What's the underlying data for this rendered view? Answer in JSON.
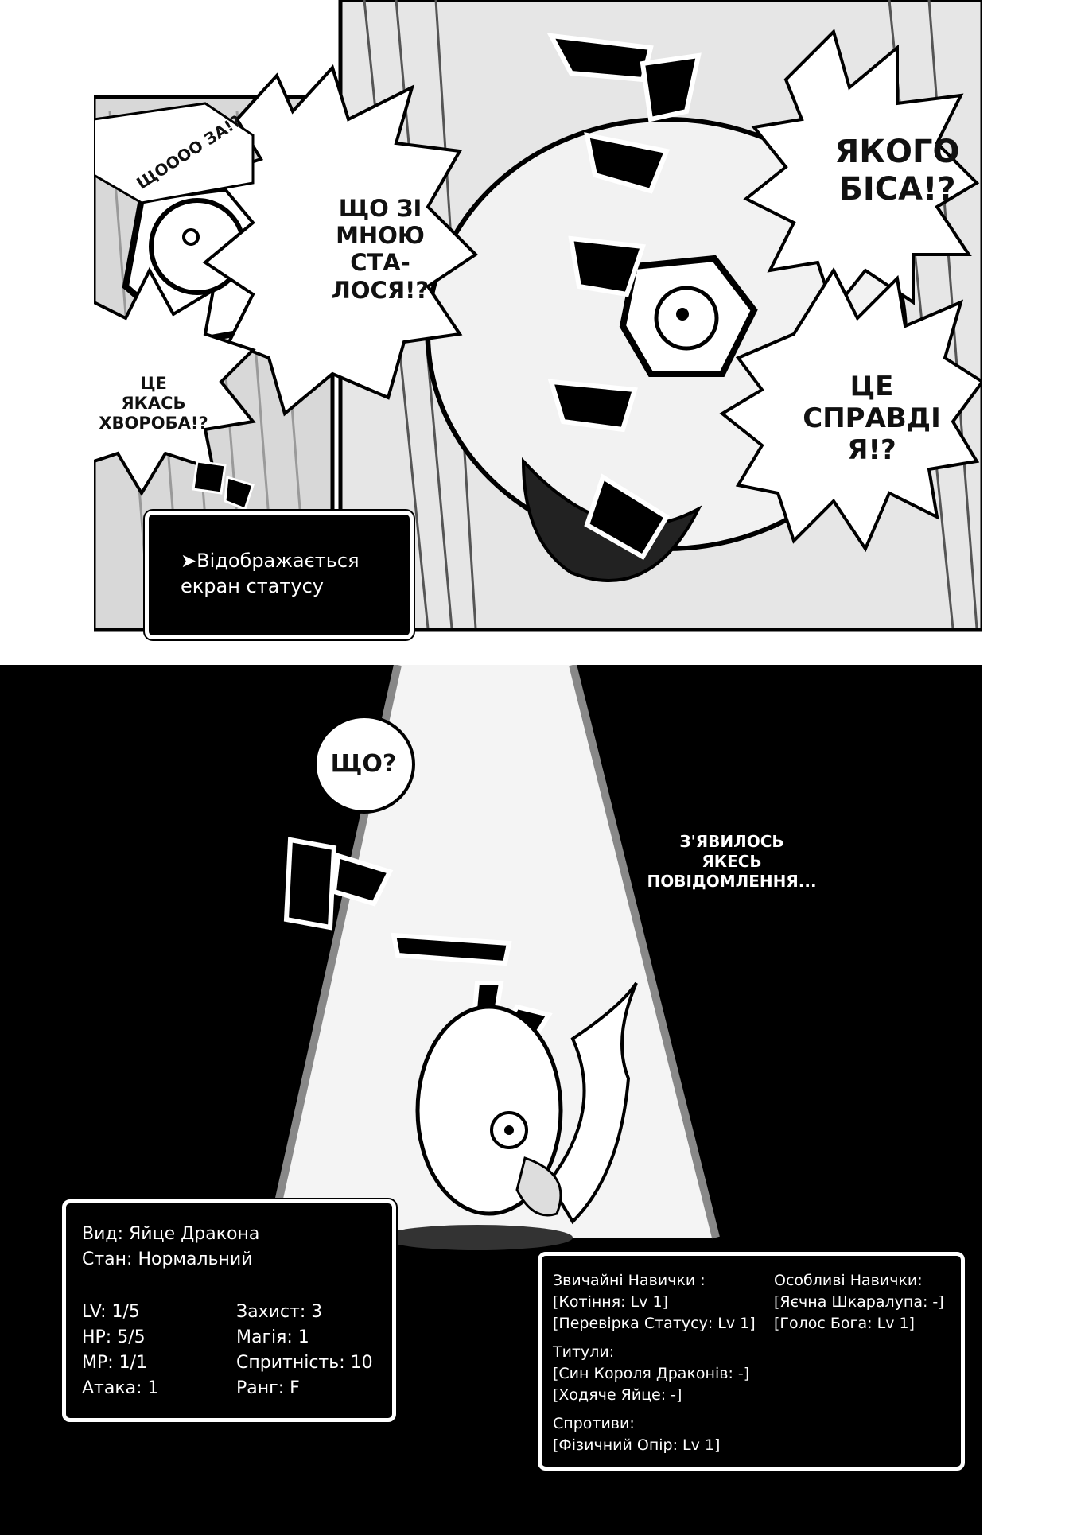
{
  "top_panel": {
    "bubble_what_happened": "ЩО ЗІ\nМНОЮ\nСТА-\nЛОСЯ!?",
    "bubble_disease": "ЦЕ\nЯКАСЬ\nХВОРОБА!?",
    "bubble_what_the_hell": "ЯКОГО\nБІСА!?",
    "bubble_is_it_me": "ЦЕ\nСПРАВДІ\nЯ!?",
    "sfx_whaaat": "ЩОООО ЗА!?",
    "status_message_line1": "➤Відображається",
    "status_message_line2": "екран статусу"
  },
  "bottom_panel": {
    "bubble_what": "ЩО?",
    "narration": "З'ЯВИЛОСЬ\nЯКЕСЬ\nПОВІДОМЛЕННЯ...",
    "status": {
      "species": "Вид: Яйце Дракона",
      "condition": "Стан: Нормальний",
      "lv": "LV: 1/5",
      "hp": "HP: 5/5",
      "mp": "MP: 1/1",
      "attack": "Атака: 1",
      "defense": "Захист: 3",
      "magic": "Магія: 1",
      "agility": "Спритність: 10",
      "rank": "Ранг: F"
    },
    "skills": {
      "normal_header": "Звичайні Навички :",
      "normal_1": "[Котіння: Lv 1]",
      "normal_2": "[Перевірка Статусу: Lv 1]",
      "special_header": "Особливі Навички:",
      "special_1": "[Яєчна Шкаралупа: -]",
      "special_2": "[Голос Бога: Lv 1]",
      "titles_header": "Титули:",
      "title_1": "[Син Короля Драконів: -]",
      "title_2": "[Ходяче Яйце: -]",
      "resist_header": "Спротиви:",
      "resist_1": "[Фізичний Опір: Lv 1]"
    }
  }
}
